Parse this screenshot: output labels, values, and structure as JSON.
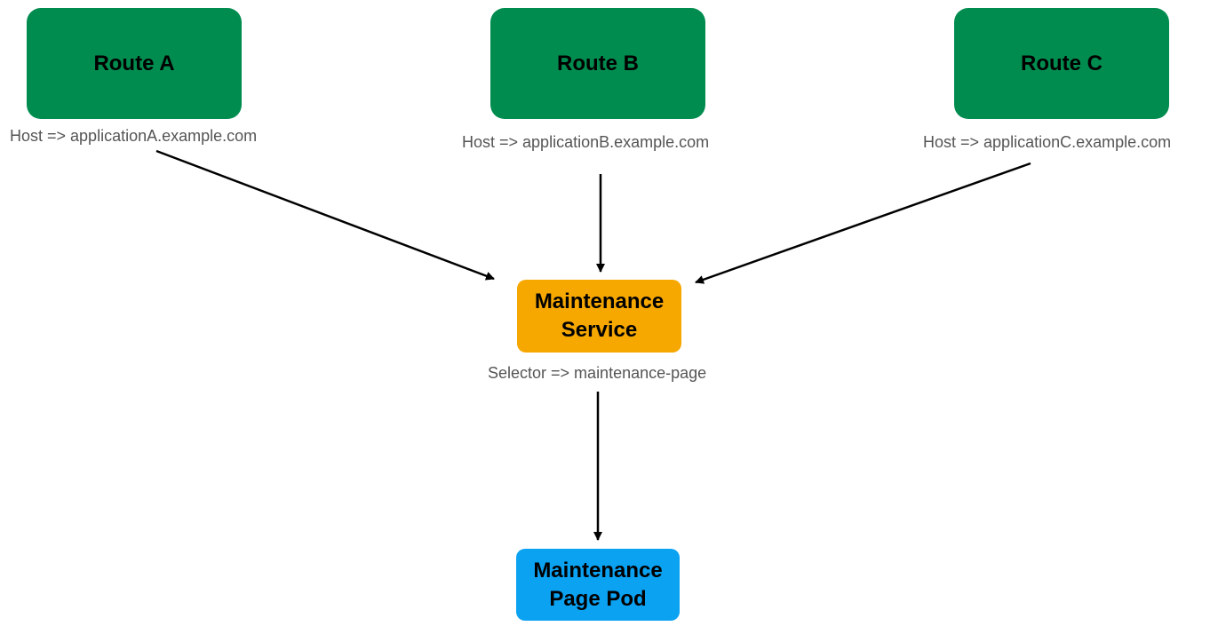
{
  "colors": {
    "route": "#008C4F",
    "service": "#F7A800",
    "pod": "#0BA2F2",
    "arrow": "#000000"
  },
  "routes": [
    {
      "label": "Route A",
      "host": "Host => applicationA.example.com"
    },
    {
      "label": "Route B",
      "host": "Host => applicationB.example.com"
    },
    {
      "label": "Route C",
      "host": "Host => applicationC.example.com"
    }
  ],
  "service": {
    "line1": "Maintenance",
    "line2": "Service",
    "selector": "Selector => maintenance-page"
  },
  "pod": {
    "line1": "Maintenance",
    "line2": "Page Pod"
  }
}
